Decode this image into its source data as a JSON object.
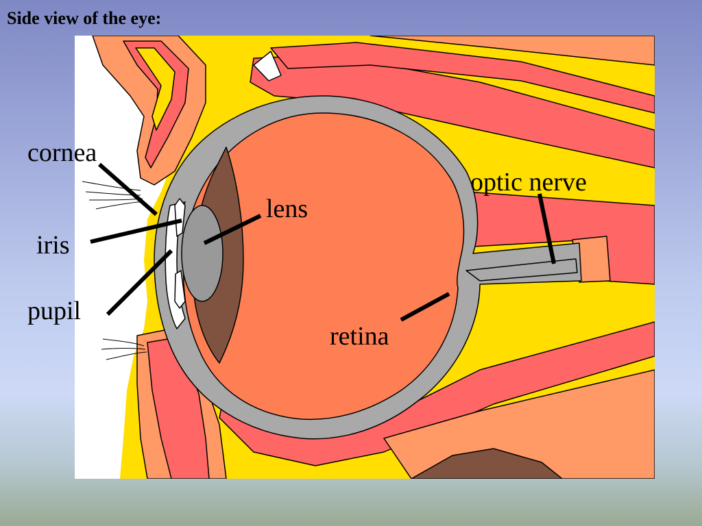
{
  "title": "Side view of the eye:",
  "labels": {
    "cornea": "cornea",
    "iris": "iris",
    "pupil": "pupil",
    "lens": "lens",
    "optic_nerve": "optic nerve",
    "retina": "retina"
  },
  "colors": {
    "fat": "#ffde00",
    "muscle": "#ff6666",
    "skin": "#ff9966",
    "vitreous": "#ff7f55",
    "sclera": "#a9a9a9",
    "choroid": "#7f5340",
    "lens": "#999999"
  }
}
